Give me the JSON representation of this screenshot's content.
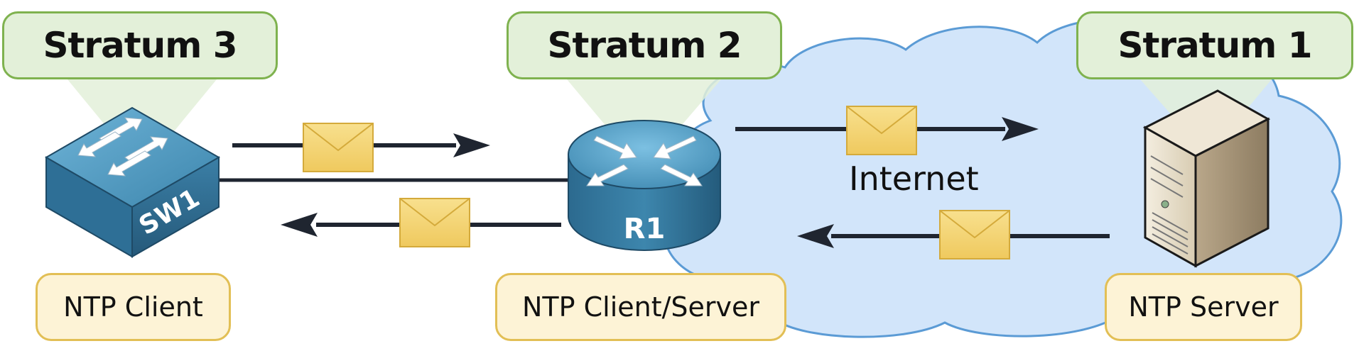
{
  "stratum_labels": {
    "sw1": "Stratum 3",
    "r1": "Stratum 2",
    "server": "Stratum 1"
  },
  "role_labels": {
    "sw1": "NTP Client",
    "r1": "NTP Client/Server",
    "server": "NTP Server"
  },
  "devices": {
    "switch": {
      "label": "SW1",
      "icon": "switch-icon"
    },
    "router": {
      "label": "R1",
      "icon": "router-icon"
    },
    "server": {
      "icon": "server-icon"
    }
  },
  "cloud": {
    "label": "Internet",
    "color": "#d2e5fa",
    "stroke": "#5b9bd5"
  },
  "colors": {
    "stratum_fill": "#e3f0d9",
    "stratum_border": "#7fb24f",
    "role_fill": "#fdf3d6",
    "role_border": "#e2bf55",
    "envelope": "#f5d77a",
    "device_blue": "#3f86ad",
    "arrow": "#1f2530"
  }
}
